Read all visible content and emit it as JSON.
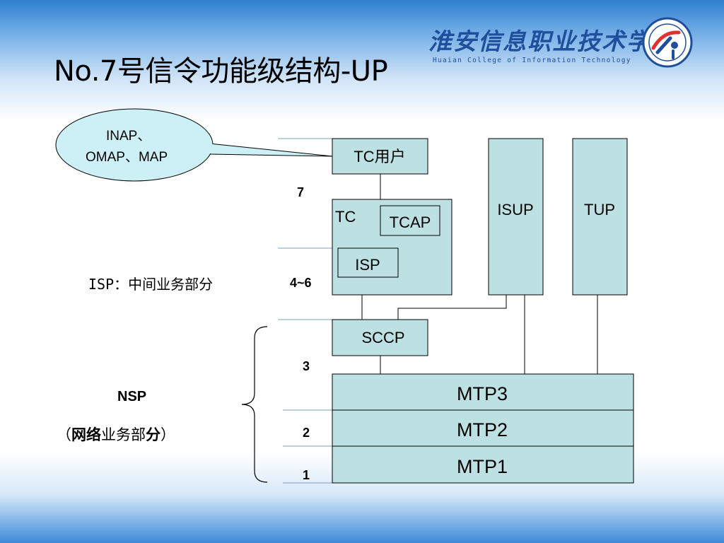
{
  "slide": {
    "title": "No.7号信令功能级结构-UP",
    "college_cn": "淮安信息职业技术学院",
    "college_en": "Huaian College of Information Technology"
  },
  "callout": {
    "line1": "INAP、",
    "line2": "OMAP、MAP"
  },
  "blocks": {
    "tc_user": "TC用户",
    "tc": "TC",
    "tcap": "TCAP",
    "isp": "ISP",
    "isup": "ISUP",
    "tup": "TUP",
    "sccp": "SCCP",
    "mtp3": "MTP3",
    "mtp2": "MTP2",
    "mtp1": "MTP1"
  },
  "layers": {
    "l7": "7",
    "l46": "4~6",
    "l3": "3",
    "l2": "2",
    "l1": "1"
  },
  "notes": {
    "isp_desc": "ISP：中间业务部分",
    "nsp": "NSP",
    "nsp_open": "（",
    "nsp_b1": "网络",
    "nsp_n": "业务部",
    "nsp_b2": "分",
    "nsp_close": "）"
  },
  "colors": {
    "box_fill": "#bde1e3",
    "callout_fill": "#cdeff6",
    "text_blue": "#1f4f9c"
  }
}
